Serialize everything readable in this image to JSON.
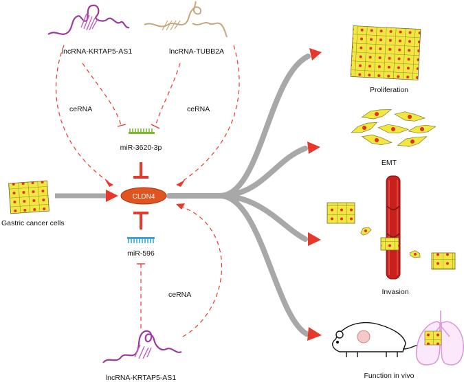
{
  "diagram": {
    "lncrna_top_left": "lncRNA-KRTAP5-AS1",
    "lncrna_top_right": "lncRNA-TUBB2A",
    "lncrna_bottom": "lncRNA-KRTAP5-AS1",
    "cerna_left": "ceRNA",
    "cerna_right": "ceRNA",
    "cerna_bottom": "ceRNA",
    "mirna_top": "miR-3620-3p",
    "mirna_bottom": "miR-596",
    "target_gene": "CLDN4",
    "source_cells": "Gastric cancer cells",
    "outcomes": [
      "Proliferation",
      "EMT",
      "Invasion",
      "Function in vivo"
    ]
  },
  "colors": {
    "arrow_red": "#e8382c",
    "trunk_gray": "#a8a8a8",
    "lncrna_purple": "#9b3a9e",
    "lncrna_tan": "#c9a57a",
    "mirna_top_green": "#7ab82e",
    "mirna_bottom_blue": "#3aa6d8",
    "cldn4_orange": "#e0541f",
    "cell_yellow": "#f2e640",
    "vessel_red": "#c8201c",
    "lung_pink": "#d99ad6"
  }
}
